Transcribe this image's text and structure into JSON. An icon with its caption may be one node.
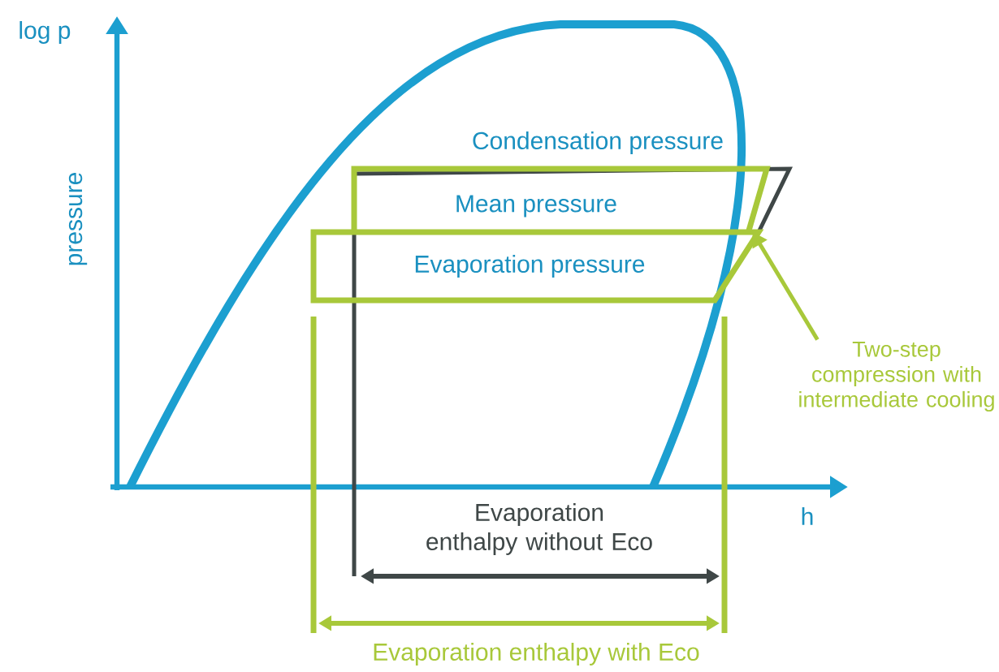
{
  "diagram": {
    "nodes": [
      {
        "text": [
          "Evaporation pressure"
        ]
      },
      {
        "text": [
          "Two-step compression with intermediate cooling"
        ]
      }
    ],
    "edges": [
      {
        "from": 1,
        "to": 0,
        "arrow": "to"
      }
    ],
    "labels": [
      "log  p",
      "Condensation pressure",
      "Mean pressure",
      "pressure",
      "h",
      "Evaporation enthalpy without Eco",
      "Evaporation enthalpy with Eco"
    ]
  }
}
